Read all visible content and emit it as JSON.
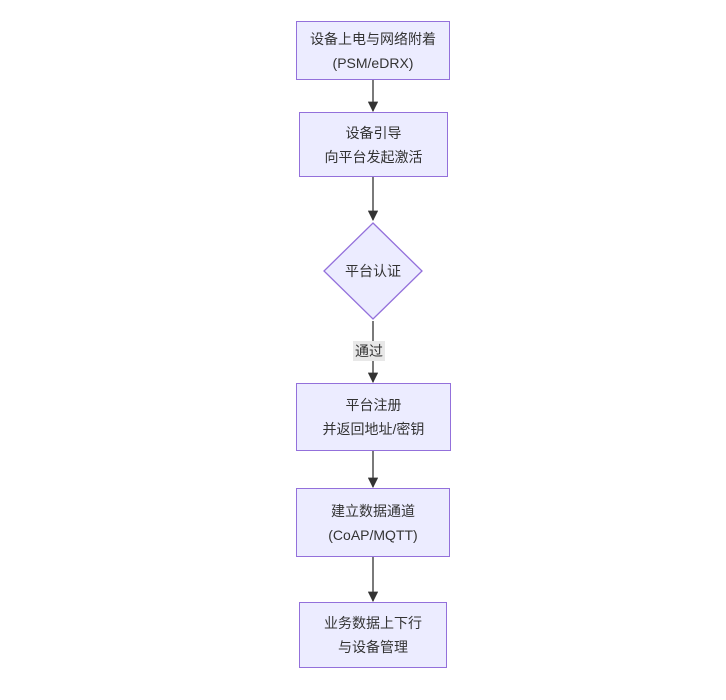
{
  "diagram": {
    "type": "flowchart",
    "direction": "top-down",
    "style": {
      "background": "#ffffff",
      "node_fill": "#ECECFF",
      "node_border": "#9370DB",
      "text_color": "#333333",
      "arrow_color": "#333333",
      "edge_label_bg": "#e8e8e8"
    },
    "nodes": [
      {
        "id": "A",
        "shape": "rect",
        "lines": [
          "设备上电与网络附着",
          "(PSM/eDRX)"
        ]
      },
      {
        "id": "B",
        "shape": "rect",
        "lines": [
          "设备引导",
          "向平台发起激活"
        ]
      },
      {
        "id": "C",
        "shape": "diamond",
        "lines": [
          "平台认证"
        ]
      },
      {
        "id": "D",
        "shape": "rect",
        "lines": [
          "平台注册",
          "并返回地址/密钥"
        ]
      },
      {
        "id": "E",
        "shape": "rect",
        "lines": [
          "建立数据通道",
          "(CoAP/MQTT)"
        ]
      },
      {
        "id": "F",
        "shape": "rect",
        "lines": [
          "业务数据上下行",
          "与设备管理"
        ]
      }
    ],
    "edges": [
      {
        "from": "A",
        "to": "B",
        "label": ""
      },
      {
        "from": "B",
        "to": "C",
        "label": ""
      },
      {
        "from": "C",
        "to": "D",
        "label": "通过"
      },
      {
        "from": "D",
        "to": "E",
        "label": ""
      },
      {
        "from": "E",
        "to": "F",
        "label": ""
      }
    ]
  }
}
